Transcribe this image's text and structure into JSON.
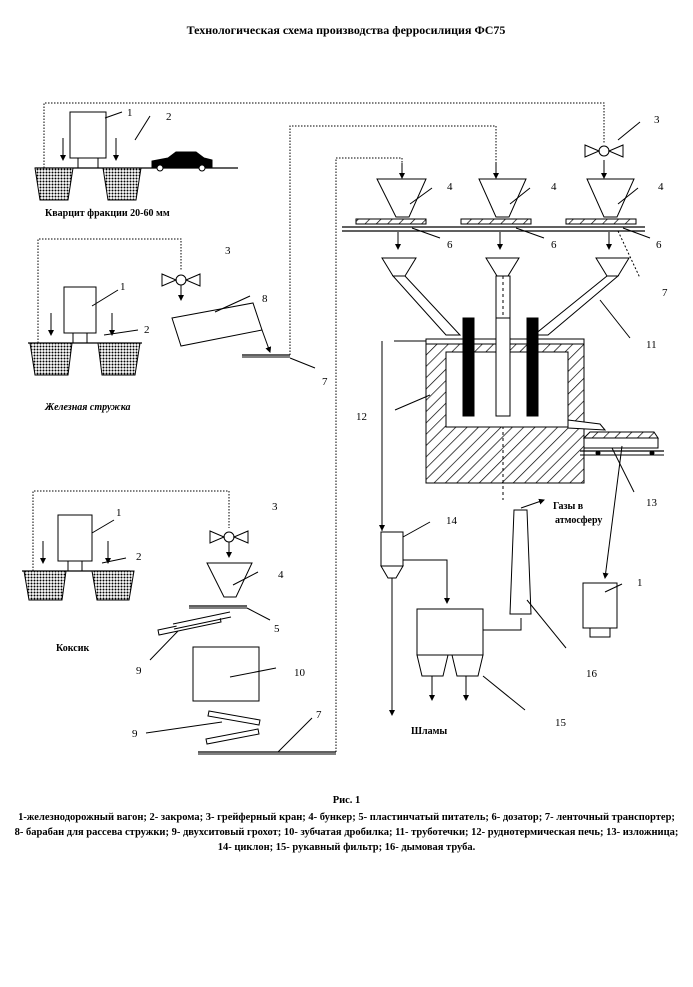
{
  "title": "Технологическая схема производства ферросилиция ФС75",
  "groups": {
    "quartzite": "Кварцит фракции 20-60 мм",
    "iron_shavings": "Железная стружка",
    "coke": "Коксик"
  },
  "labels": {
    "gases": "Газы в",
    "atmosphere": "атмосферу",
    "slimes": "Шламы"
  },
  "numbers": {
    "n1": "1",
    "n2": "2",
    "n3": "3",
    "n4": "4",
    "n5": "5",
    "n6": "6",
    "n7": "7",
    "n8": "8",
    "n9": "9",
    "n10": "10",
    "n11": "11",
    "n12": "12",
    "n13": "13",
    "n14": "14",
    "n15": "15",
    "n16": "16"
  },
  "figure": "Рис. 1",
  "legend": "1-железнодорожный вагон; 2- закрома; 3- грейферный кран; 4- бункер; 5- пластинчатый питатель; 6- дозатор; 7- ленточный транспортер; 8- барабан для рассева стружки; 9- двухситовый грохот; 10- зубчатая дробилка; 11- труботечки; 12- руднотермическая печь; 13- изложница; 14- циклон; 15- рукавный фильтр; 16- дымовая труба."
}
